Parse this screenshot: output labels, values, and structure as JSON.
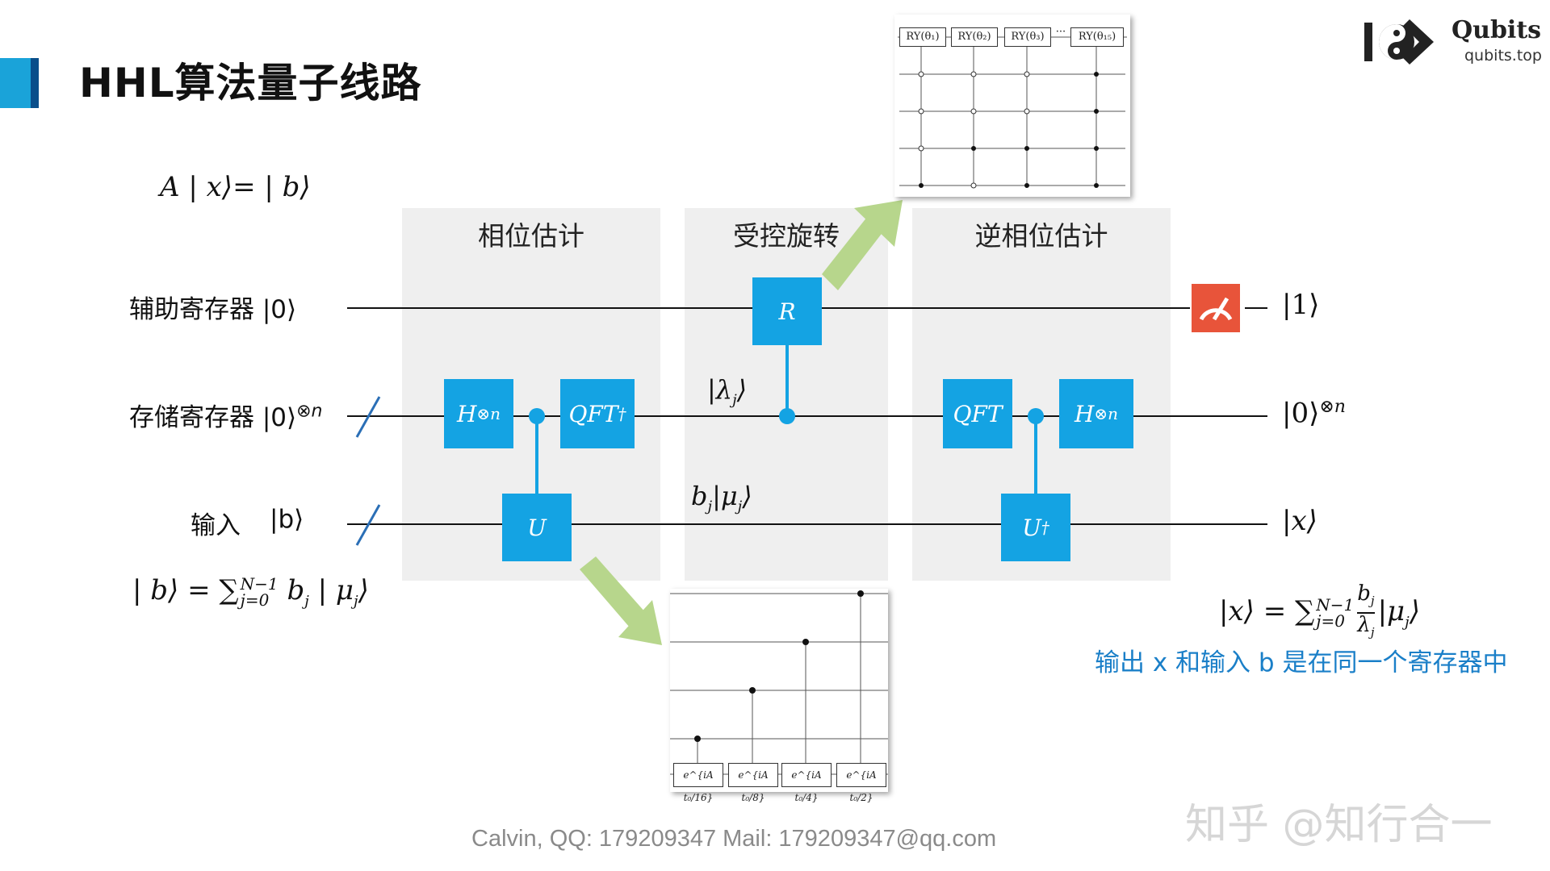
{
  "title": "HHL算法量子线路",
  "logo": {
    "name": "Qubits",
    "site": "qubits.top"
  },
  "equation_top": "A | x⟩= | b⟩",
  "sections": {
    "phase_estimation": "相位估计",
    "controlled_rotation": "受控旋转",
    "inverse_phase_estimation": "逆相位估计"
  },
  "registers": {
    "ancilla": "辅助寄存器 |0⟩",
    "storage": "存储寄存器 |0⟩",
    "storage_sup": "⊗n",
    "input": "输入",
    "input_state": "|b⟩"
  },
  "gates": {
    "h_in": "H",
    "h_in_sup": "⊗n",
    "qft_dag": "QFT",
    "qft_dag_sup": "†",
    "u": "U",
    "r": "R",
    "qft": "QFT",
    "h_out": "H",
    "h_out_sup": "⊗n",
    "u_dag": "U",
    "u_dag_sup": "†"
  },
  "mid_labels": {
    "lambda": "|λ",
    "lambda_sub": "j",
    "lambda_end": "⟩",
    "bmu": "b",
    "bmu_sub": "j",
    "bmu_mid": "|μ",
    "bmu_sub2": "j",
    "bmu_end": "⟩"
  },
  "outputs": {
    "ancilla": "|1⟩",
    "storage": "|0⟩",
    "storage_sup": "⊗n",
    "input": "|x⟩"
  },
  "b_decomposition": {
    "lhs": "| b⟩ = ∑",
    "sup": "N−1",
    "sub": "j=0",
    "rhs_b": " b",
    "rhs_sub": "j",
    "rhs_mu": " | μ",
    "rhs_sub2": "j",
    "rhs_end": "⟩"
  },
  "x_decomposition": {
    "lhs": "|x⟩ = ∑",
    "sup": "N−1",
    "sub": "j=0",
    "num": "b",
    "num_sub": "j",
    "den": "λ",
    "den_sub": "j",
    "rhs": "|μ",
    "rhs_sub": "j",
    "rhs_end": "⟩"
  },
  "note": "输出 x 和输入 b 是在同一个寄存器中",
  "footer": "Calvin,  QQ: 179209347   Mail: 179209347@qq.com",
  "watermark": "知乎 @知行合一",
  "inset_rotation": {
    "gates": [
      "RY(θ₁)",
      "RY(θ₂)",
      "RY(θ₃)",
      "RY(θ₁₅)"
    ],
    "dots": "···"
  },
  "inset_unitary": {
    "gates": [
      "e^{iA t₀/16}",
      "e^{iA t₀/8}",
      "e^{iA t₀/4}",
      "e^{iA t₀/2}"
    ]
  },
  "colors": {
    "gate": "#14a3e3",
    "panel": "#efefef",
    "arrow": "#b7d68c",
    "measure": "#e8543a",
    "note": "#1a7fc8"
  }
}
